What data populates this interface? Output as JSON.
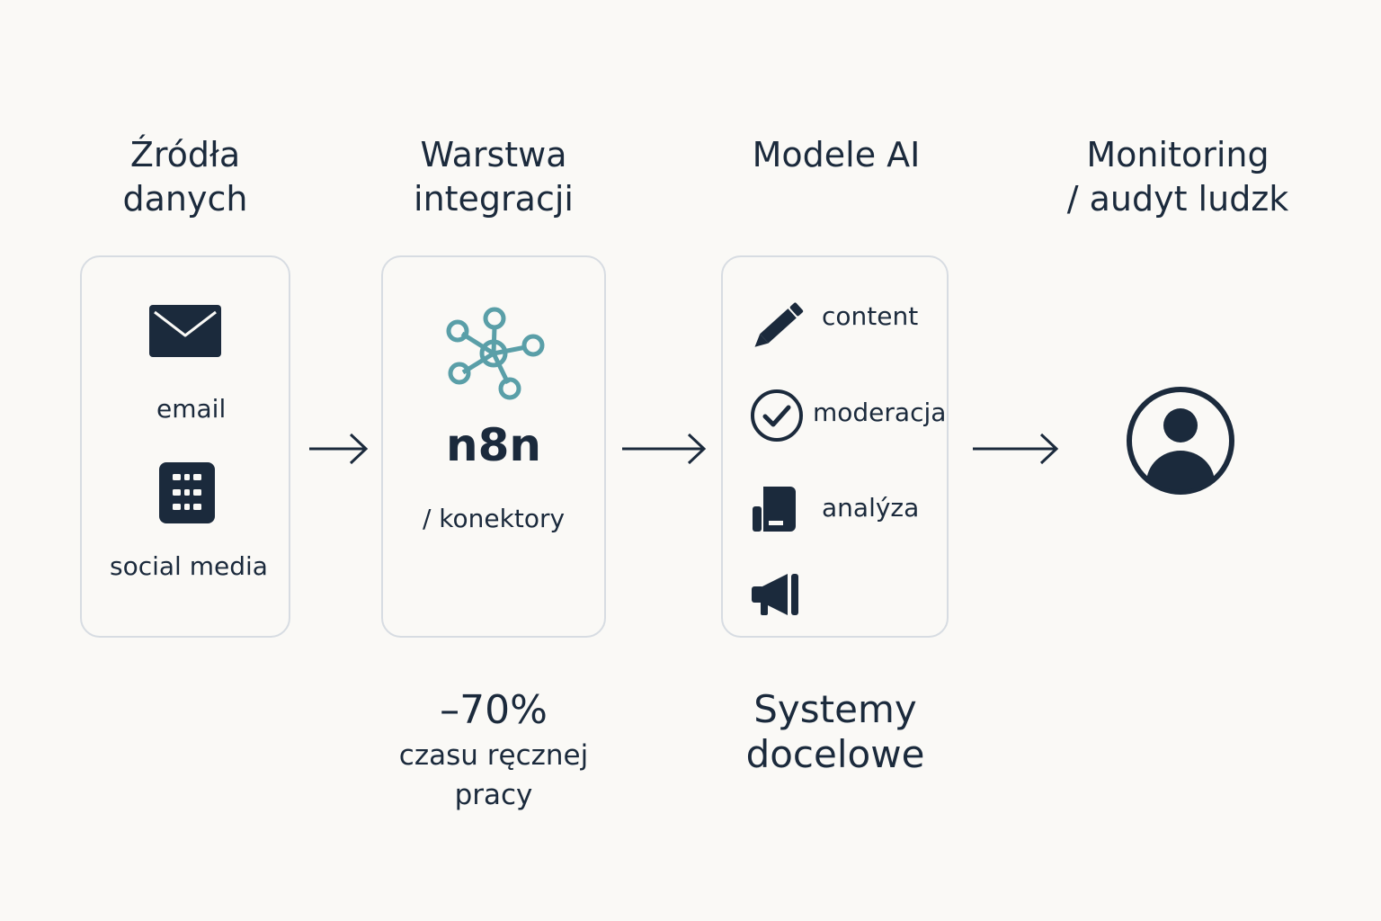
{
  "columns": {
    "sources": {
      "title": "Źródła\ndanych"
    },
    "integration": {
      "title": "Warstwa\nintegracji"
    },
    "models": {
      "title": "Modele AI"
    },
    "monitoring": {
      "title": "Monitoring\n/ audyt ludzk"
    }
  },
  "sources_card": {
    "items": [
      {
        "icon": "envelope-icon",
        "label": "email"
      },
      {
        "icon": "building-icon",
        "label": "social media"
      }
    ]
  },
  "integration_card": {
    "icon": "network-nodes-icon",
    "name": "n8n",
    "caption": "/ konektory"
  },
  "models_card": {
    "items": [
      {
        "icon": "pencil-icon",
        "label": "content"
      },
      {
        "icon": "check-circle-icon",
        "label": "moderacja"
      },
      {
        "icon": "document-icon",
        "label": "analýza"
      },
      {
        "icon": "megaphone-icon",
        "label": ""
      }
    ]
  },
  "monitoring_icon": "user-avatar-icon",
  "savings": {
    "value": "–70%",
    "caption": "czasu ręcznej\npracy"
  },
  "targets": {
    "title": "Systemy\ndocelowe"
  },
  "colors": {
    "text": "#1b2a3c",
    "accent": "#5a9fa8",
    "border": "#d7dce2",
    "background": "#faf9f6"
  }
}
